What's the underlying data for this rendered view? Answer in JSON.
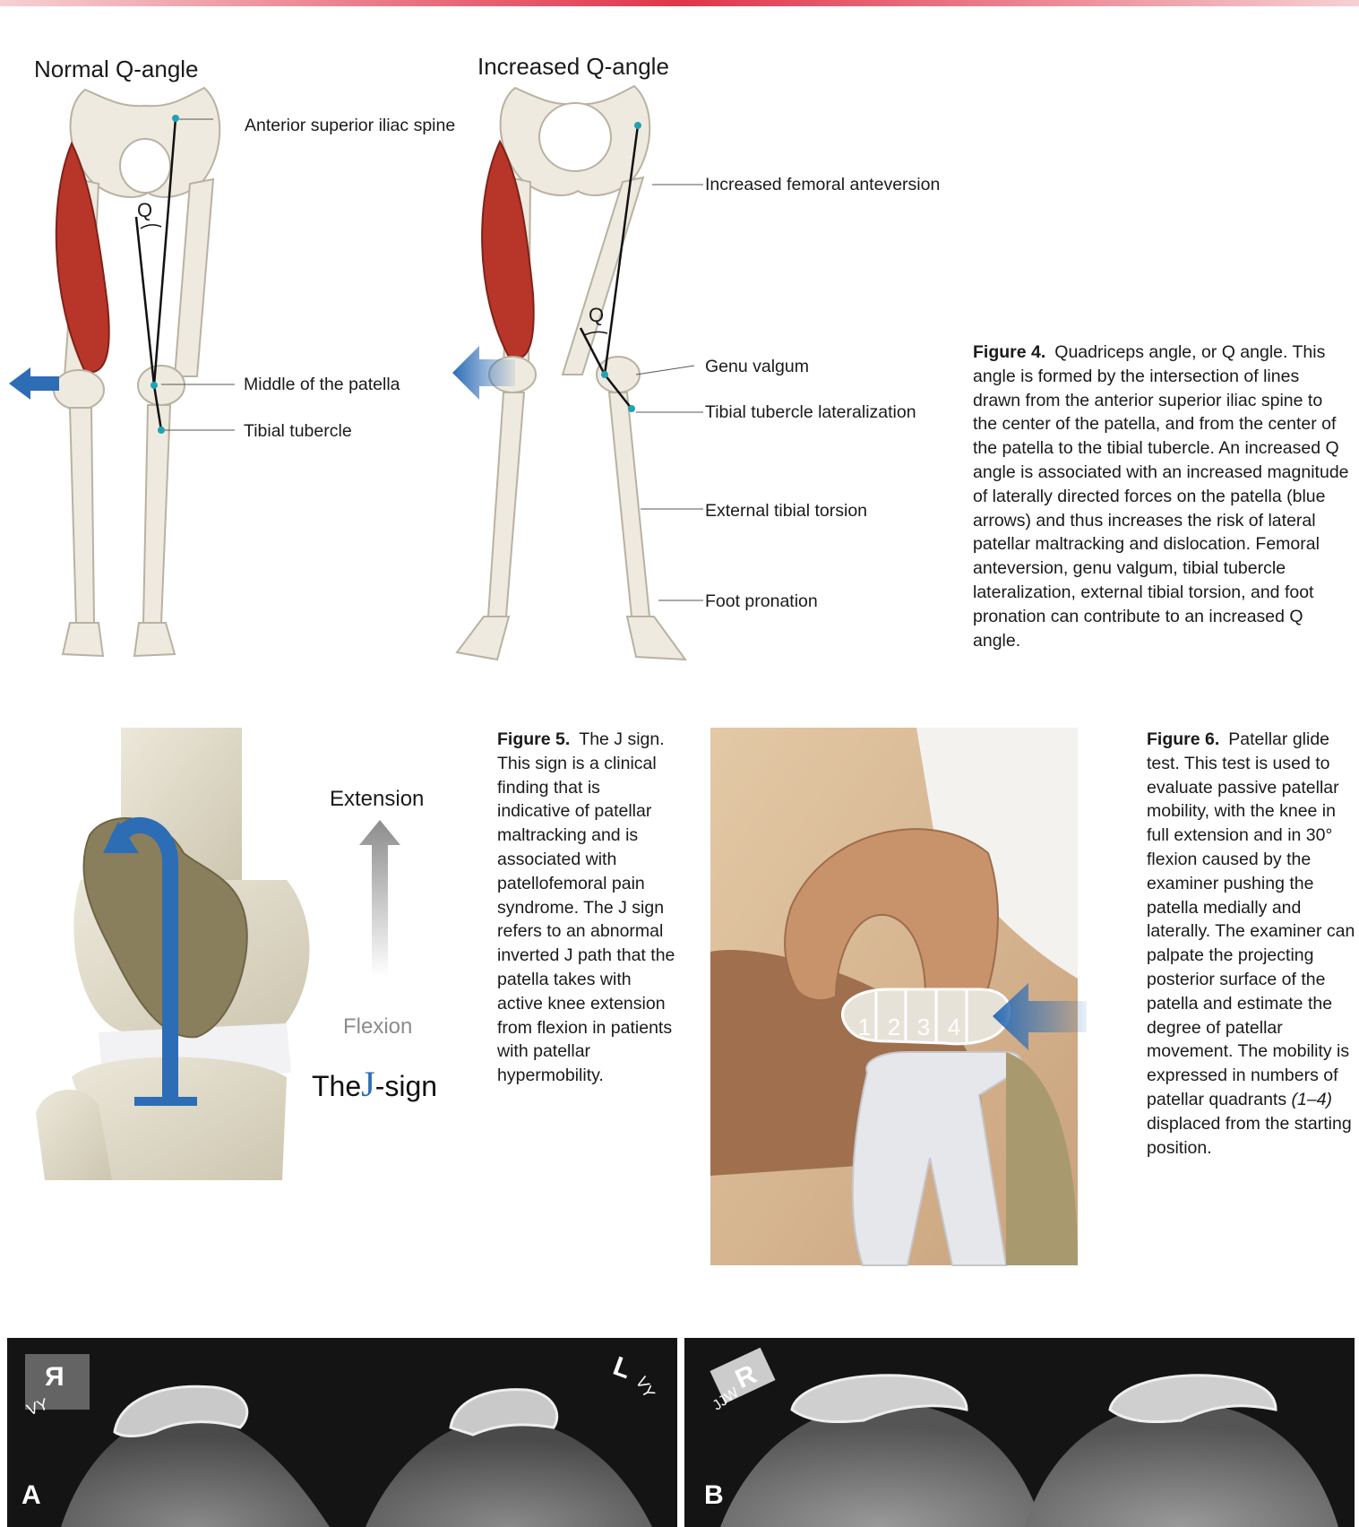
{
  "figure4": {
    "left_title": "Normal Q-angle",
    "right_title": "Increased Q-angle",
    "q_symbol": "Q",
    "left_labels": {
      "asis": "Anterior superior iliac spine",
      "patella": "Middle of the patella",
      "tubercle": "Tibial tubercle"
    },
    "right_labels": {
      "anteversion": "Increased femoral anteversion",
      "valgum": "Genu valgum",
      "lateralization": "Tibial tubercle lateralization",
      "torsion": "External tibial torsion",
      "pronation": "Foot pronation"
    },
    "caption_label": "Figure 4.",
    "caption_text": "Quadriceps angle, or Q angle. This angle is formed by the intersection of lines drawn from the anterior superior iliac spine to the center of the patella, and from the center of the patella to the tibial tubercle. An increased Q angle is associated with an increased magnitude of laterally directed forces on the patella (blue arrows) and thus increases the risk of lateral patellar maltracking and dislocation. Femoral anteversion, genu valgum, tibial tubercle lateralization, external tibial torsion, and foot pronation can contribute to an increased Q angle."
  },
  "figure5": {
    "extension": "Extension",
    "flexion": "Flexion",
    "jsign_prefix": "The",
    "jsign_j": "J",
    "jsign_suffix": "-sign",
    "caption_label": "Figure 5.",
    "caption_text": "The J sign. This sign is a clinical finding that is indicative of patellar maltracking and is associated with patellofemoral pain syndrome. The J sign refers to an abnormal inverted J path that the patella takes with active knee extension from flexion in patients with patellar hypermobility."
  },
  "figure6": {
    "quadrants": [
      "1",
      "2",
      "3",
      "4"
    ],
    "caption_label": "Figure 6.",
    "caption_text_before": "Patellar glide test. This test is used to evaluate passive patellar mobility, with the knee in full extension and in 30° flexion caused by the examiner pushing the patella medially and laterally. The examiner can palpate the projecting posterior surface of the patella and estimate the degree of patellar movement. The mobility is expressed in numbers of patellar quadrants ",
    "caption_italic": "(1–4)",
    "caption_text_after": " displaced from the starting position."
  },
  "figure7": {
    "panel_a": "A",
    "panel_b": "B",
    "marker_a_left": "R",
    "marker_a_left_sub": "VY",
    "marker_a_right": "L",
    "marker_a_right_sub": "VY",
    "marker_b_left": "R",
    "marker_b_left_sub": "JJW"
  },
  "colors": {
    "accent_blue": "#2d6db5",
    "muscle_red": "#b8352a",
    "top_bar": "#e0354a"
  }
}
